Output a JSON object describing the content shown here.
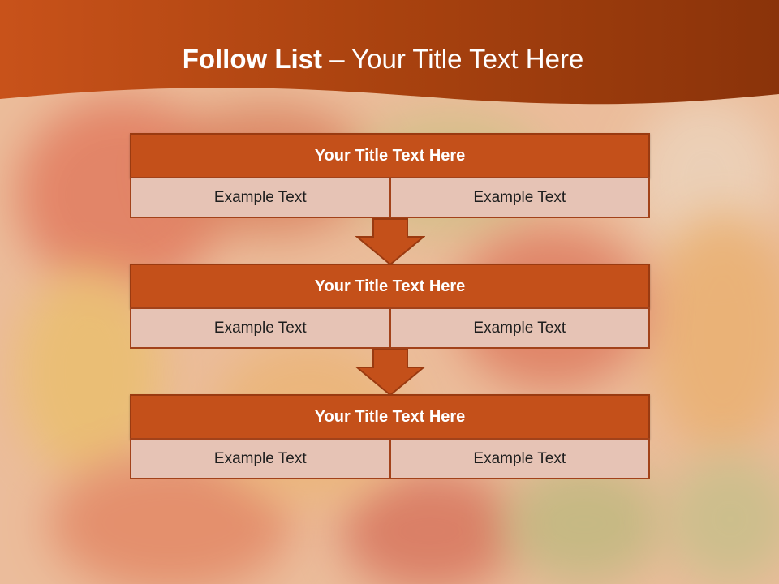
{
  "slide": {
    "title_bold": "Follow List",
    "title_rest": " – Your Title Text Here"
  },
  "blocks": [
    {
      "title": "Your Title Text Here",
      "left": "Example Text",
      "right": "Example Text"
    },
    {
      "title": "Your Title Text Here",
      "left": "Example Text",
      "right": "Example Text"
    },
    {
      "title": "Your Title Text Here",
      "left": "Example Text",
      "right": "Example Text"
    }
  ],
  "colors": {
    "header": "#c4501a",
    "block_title": "#c4501a",
    "cell_fill": "#e6c3b5",
    "arrow": "#c4501a"
  }
}
